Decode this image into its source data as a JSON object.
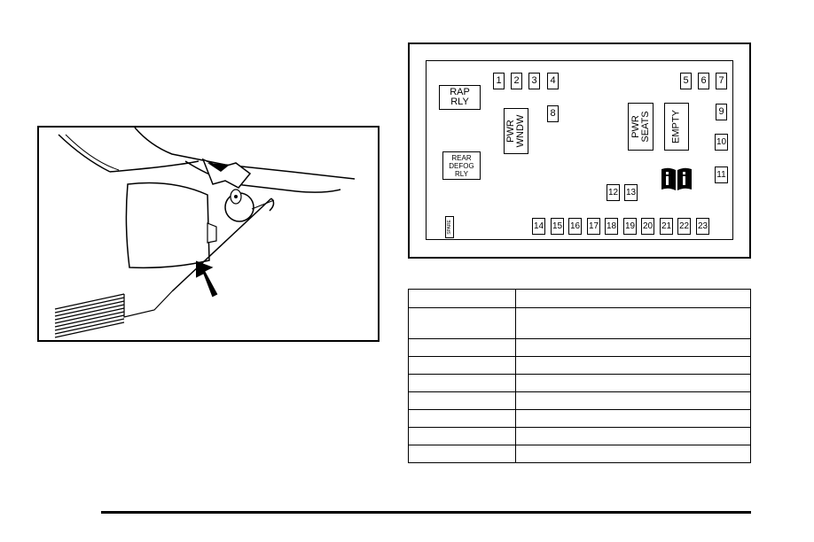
{
  "illustration": {
    "icon": "hood-release-arrow-illustration"
  },
  "fuse_block": {
    "fuses": {
      "f1": "1",
      "f2": "2",
      "f3": "3",
      "f4": "4",
      "f5": "5",
      "f6": "6",
      "f7": "7",
      "f8": "8",
      "f9": "9",
      "f10": "10",
      "f11": "11",
      "f12": "12",
      "f13": "13",
      "f14": "14",
      "f15": "15",
      "f16": "16",
      "f17": "17",
      "f18": "18",
      "f19": "19",
      "f20": "20",
      "f21": "21",
      "f22": "22",
      "f23": "23"
    },
    "relays": {
      "rap": "RAP\nRLY",
      "rear_defog": "REAR\nDEFOG\nRLY",
      "pwr_wndw": "PWR\nWNDW",
      "pwr_seats": "PWR\nSEATS",
      "empty": "EMPTY",
      "spare": "SPARE"
    },
    "info_icon": "owners-manual-info-icon"
  },
  "table": {
    "rows": [
      [
        "",
        ""
      ],
      [
        "",
        ""
      ],
      [
        "",
        ""
      ],
      [
        "",
        ""
      ],
      [
        "",
        ""
      ],
      [
        "",
        ""
      ],
      [
        "",
        ""
      ],
      [
        "",
        ""
      ],
      [
        "",
        ""
      ],
      [
        "",
        ""
      ]
    ]
  }
}
